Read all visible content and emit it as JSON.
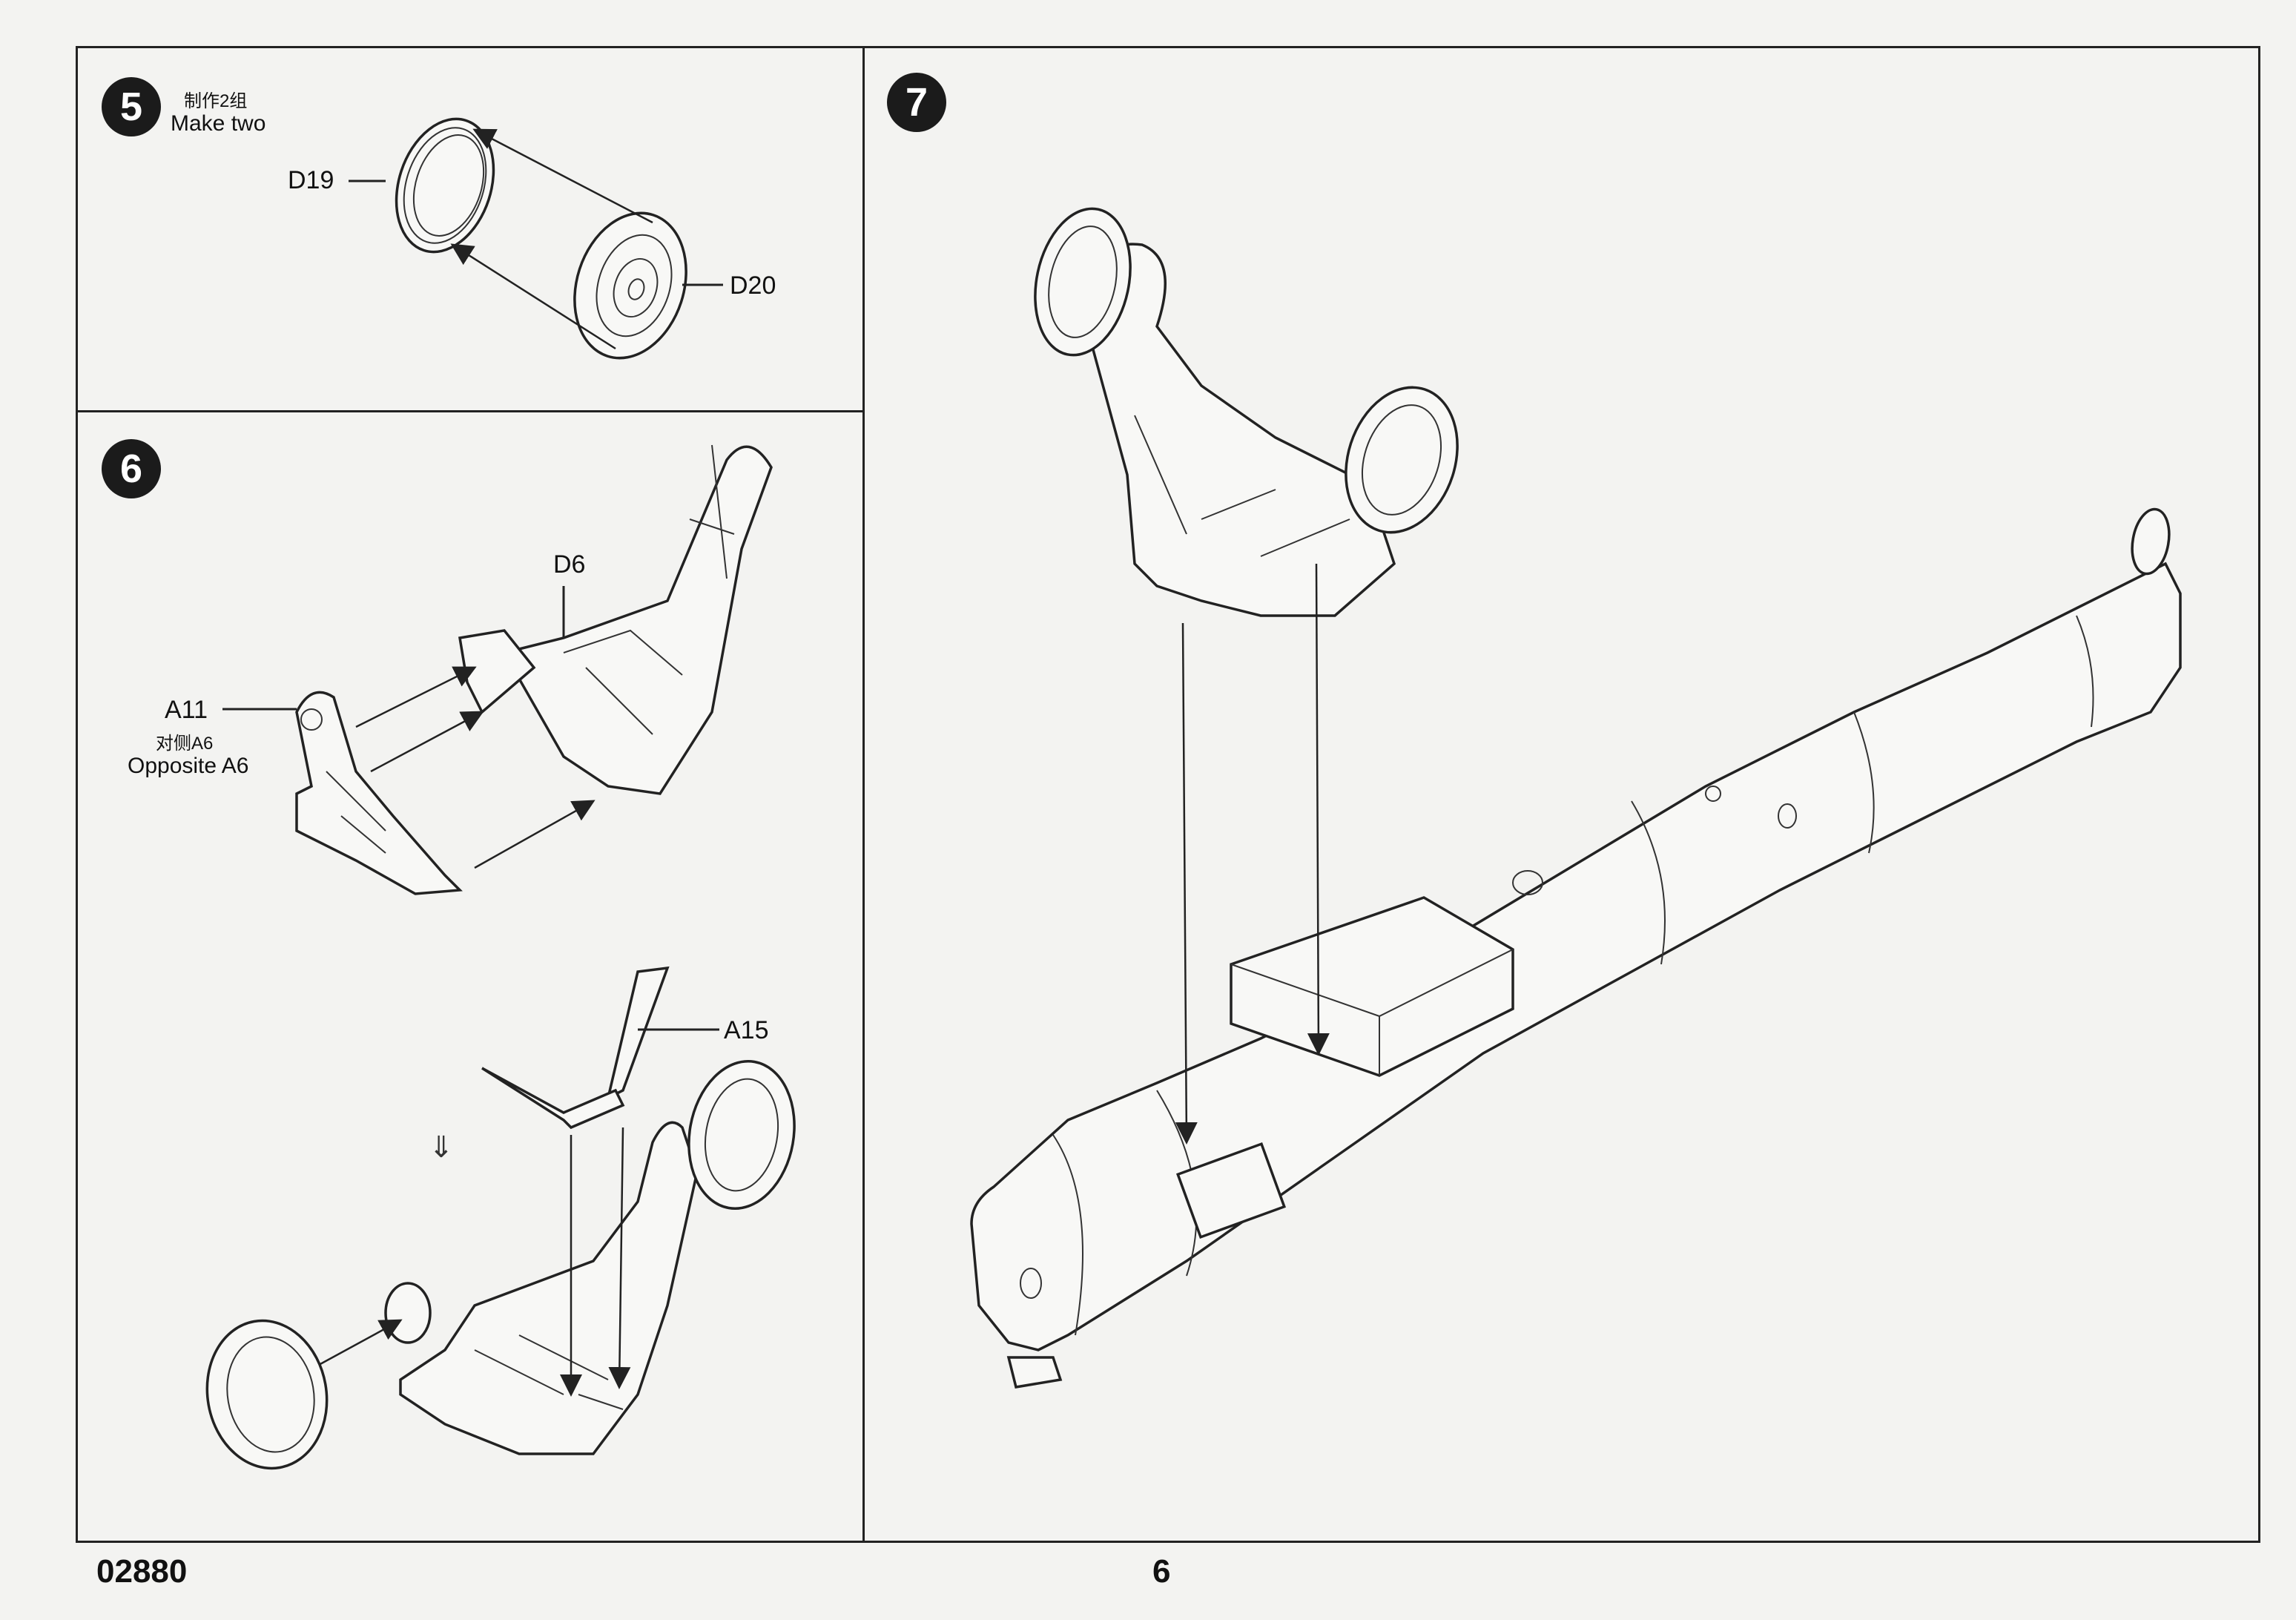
{
  "steps": {
    "step5": {
      "number": "5",
      "note_cn": "制作2组",
      "note_en": "Make two",
      "parts": [
        "D19",
        "D20"
      ]
    },
    "step6": {
      "number": "6",
      "parts": [
        "D6",
        "A11",
        "A15"
      ],
      "note_cn": "对侧A6",
      "note_en": "Opposite A6"
    },
    "step7": {
      "number": "7"
    }
  },
  "footer": {
    "code": "02880",
    "page": "6"
  }
}
